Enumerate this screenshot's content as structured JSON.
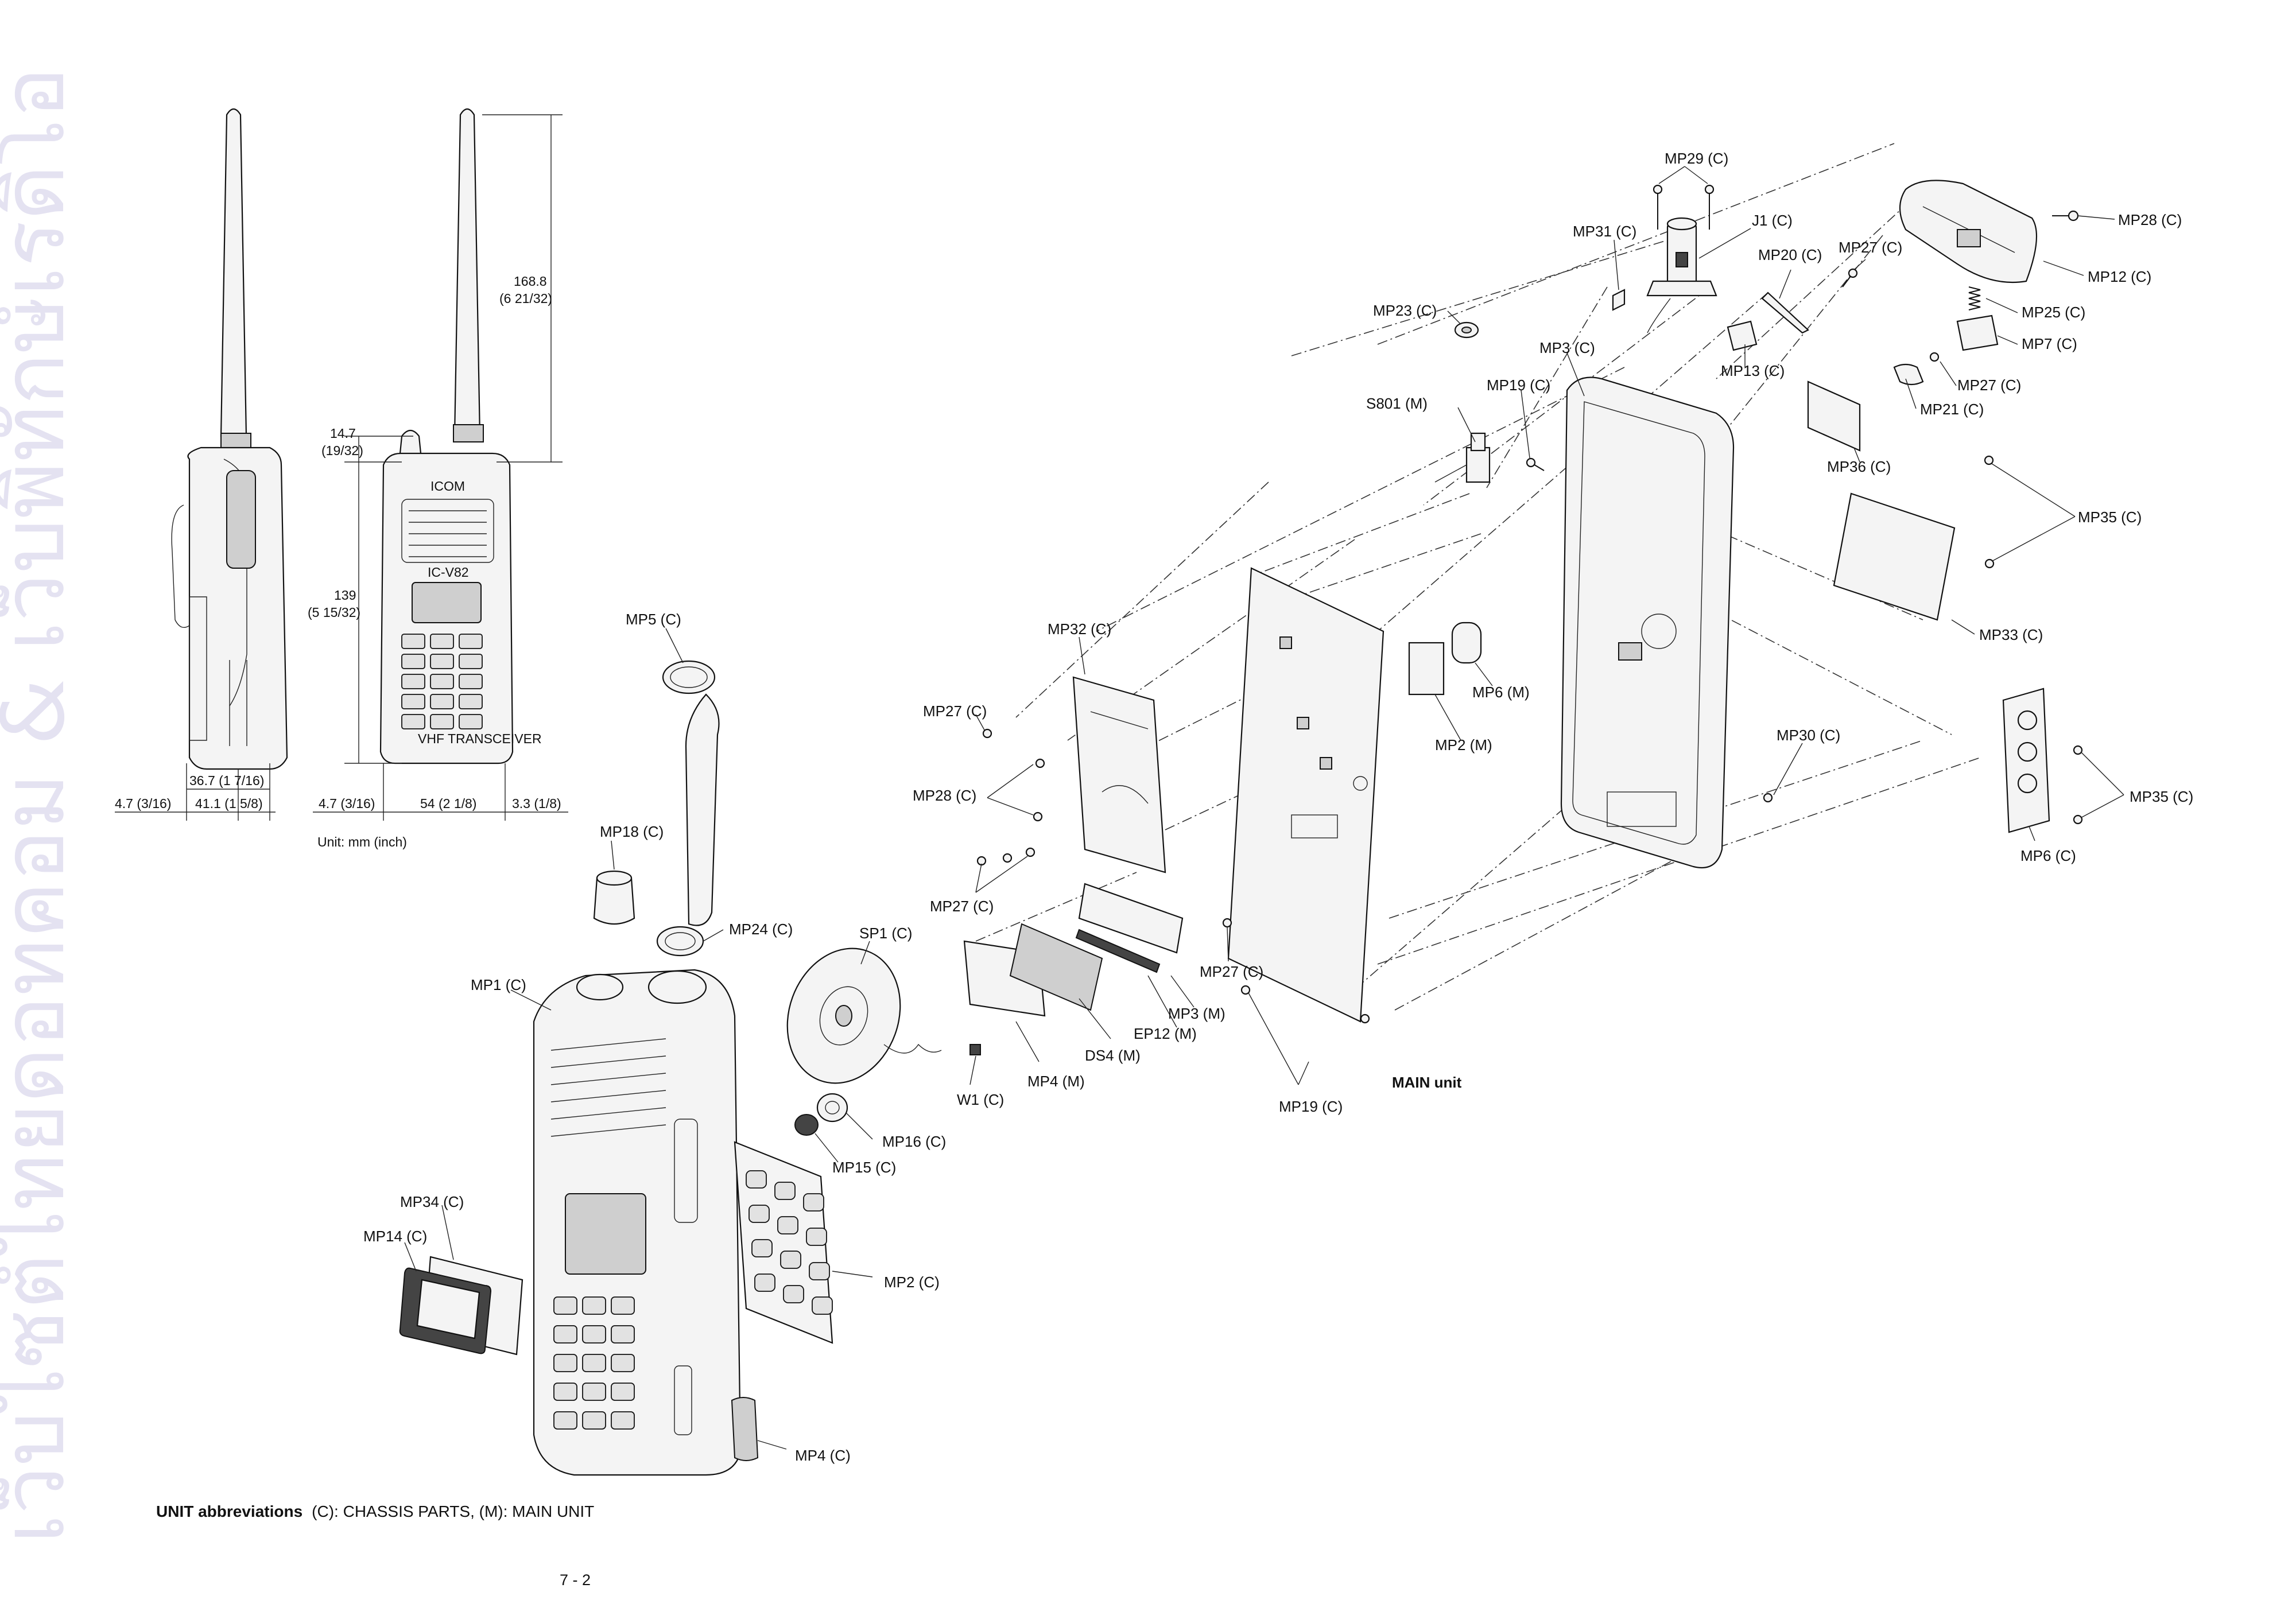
{
  "watermark": {
    "text": "เว็บไซต์ไทยดอทคอม & เว็บพิทักษ์เรดิโอ",
    "note": ""
  },
  "dimensions": {
    "h_total": "168.8",
    "h_total_in": "(6 21/32)",
    "h_knob": "14.7",
    "h_knob_in": "(19/32)",
    "h_body": "139",
    "h_body_in": "(5 15/32)",
    "w_side_total": "36.7 (1 7/16)",
    "w_side_left": "4.7 (3/16)",
    "w_side_body": "41.1 (1 5/8)",
    "w_front_left": "4.7 (3/16)",
    "w_front_body": "54 (2 1/8)",
    "w_front_right": "3.3 (1/8)",
    "unit_note": "Unit: mm (inch)"
  },
  "radio_front": {
    "brand": "ICOM",
    "model": "IC-V82",
    "footer": "VHF TRANSCEIVER"
  },
  "labels": {
    "mp29": "MP29 (C)",
    "mp31": "MP31 (C)",
    "j1": "J1 (C)",
    "mp20": "MP20 (C)",
    "mp27a": "MP27 (C)",
    "mp28a": "MP28 (C)",
    "mp12": "MP12 (C)",
    "mp25": "MP25 (C)",
    "mp7": "MP7 (C)",
    "mp23": "MP23 (C)",
    "mp3c": "MP3 (C)",
    "mp13": "MP13 (C)",
    "mp27b": "MP27 (C)",
    "mp21": "MP21 (C)",
    "s801": "S801 (M)",
    "mp19a": "MP19 (C)",
    "mp36": "MP36 (C)",
    "mp35a": "MP35 (C)",
    "mp33": "MP33 (C)",
    "mp5": "MP5 (C)",
    "mp32": "MP32 (C)",
    "mp6m": "MP6 (M)",
    "mp2m": "MP2 (M)",
    "mp27c": "MP27 (C)",
    "mp28b": "MP28 (C)",
    "mp30": "MP30 (C)",
    "mp35b": "MP35 (C)",
    "mp6c": "MP6 (C)",
    "mp27d": "MP27 (C)",
    "mp18": "MP18 (C)",
    "mp24": "MP24 (C)",
    "sp1": "SP1 (C)",
    "mp27e": "MP27 (C)",
    "mp3m": "MP3 (M)",
    "ep12": "EP12 (M)",
    "mp1": "MP1 (C)",
    "ds4": "DS4 (M)",
    "mp4m": "MP4 (M)",
    "w1": "W1 (C)",
    "mp19b": "MP19 (C)",
    "main": "MAIN unit",
    "mp16": "MP16 (C)",
    "mp15": "MP15 (C)",
    "mp34": "MP34 (C)",
    "mp14": "MP14 (C)",
    "mp2c": "MP2 (C)",
    "mp4c": "MP4 (C)"
  },
  "footer": {
    "heading": "UNIT abbreviations",
    "text": "(C): CHASSIS PARTS, (M): MAIN UNIT"
  },
  "page_number": "7 - 2"
}
